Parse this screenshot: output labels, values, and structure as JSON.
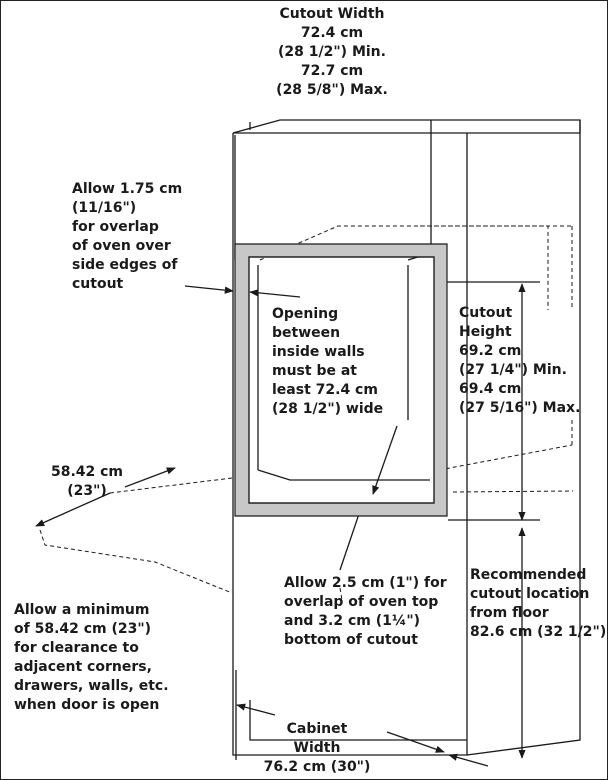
{
  "cutout_width": [
    "Cutout Width",
    "72.4 cm",
    "(28 1/2\") Min.",
    "72.7 cm",
    "(28 5/8\") Max."
  ],
  "overlap_side": [
    "Allow 1.75 cm",
    "(11/16\")",
    "for overlap",
    "of oven over",
    "side edges of",
    "cutout"
  ],
  "opening": [
    "Opening",
    "between",
    "inside walls",
    "must be at",
    "least 72.4 cm",
    "(28 1/2\") wide"
  ],
  "cutout_height": [
    "Cutout",
    "Height",
    "69.2 cm",
    "(27 1/4\") Min.",
    "69.4 cm",
    "(27 5/16\") Max."
  ],
  "depth": [
    "58.42 cm",
    "(23\")"
  ],
  "overlap_top_bottom": [
    "Allow 2.5 cm (1\") for",
    "overlap of oven top",
    "and 3.2 cm (1¼\")",
    "bottom of cutout"
  ],
  "recommended": [
    "Recommended",
    "cutout location",
    "from floor",
    "82.6 cm (32 1/2\")"
  ],
  "clearance": [
    "Allow a minimum",
    "of 58.42 cm (23\")",
    "for clearance to",
    "adjacent corners,",
    "drawers, walls, etc.",
    "when door is open"
  ],
  "cabinet_width": [
    "Cabinet",
    "Width",
    "76.2 cm (30\")"
  ]
}
